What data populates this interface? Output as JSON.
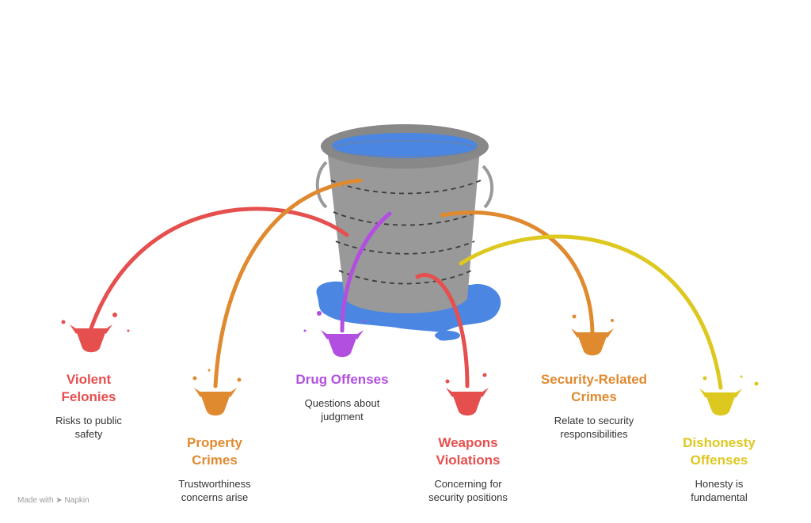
{
  "colors": {
    "red": "#e5504f",
    "orange": "#e08a30",
    "purple": "#b24fe0",
    "yellow": "#ddc820",
    "bucket": "#9a9a9a",
    "water": "#4a86e2"
  },
  "items": [
    {
      "title": "Violent Felonies",
      "desc": "Risks to public safety",
      "color": "red"
    },
    {
      "title": "Property Crimes",
      "desc": "Trustworthiness concerns arise",
      "color": "orange"
    },
    {
      "title": "Drug Offenses",
      "desc": "Questions about judgment",
      "color": "purple"
    },
    {
      "title": "Weapons Violations",
      "desc": "Concerning for security positions",
      "color": "red"
    },
    {
      "title": "Security-Related Crimes",
      "desc": "Relate to security responsibilities",
      "color": "orange"
    },
    {
      "title": "Dishonesty Offenses",
      "desc": "Honesty is fundamental",
      "color": "yellow"
    }
  ],
  "footer": {
    "text": "Made with",
    "brand": "Napkin"
  }
}
